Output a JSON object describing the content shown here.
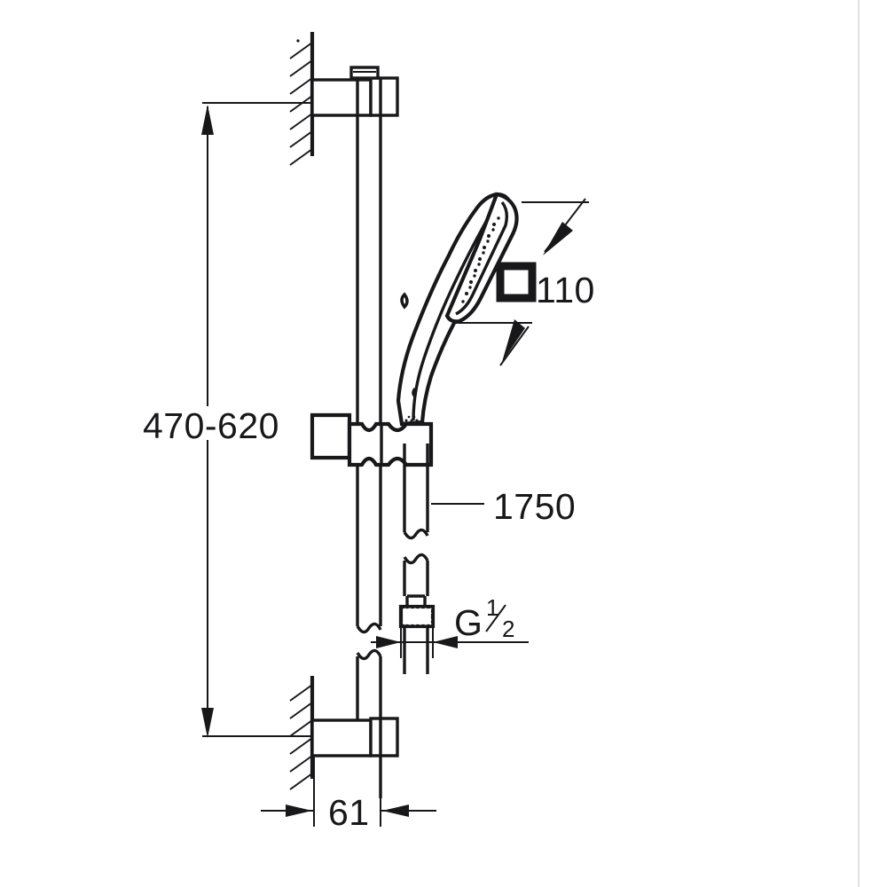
{
  "document": {
    "title": "Shower Rail Set Dimensioned Technical Drawing",
    "type": "engineering-line-drawing",
    "units": "mm",
    "background_color": "#ffffff",
    "line_color": "#18181a"
  },
  "dimensions": {
    "rail_height_label": "470-620",
    "hose_length_label": "1750",
    "head_size_label": "110",
    "head_size_prefix_symbol": "square-symbol",
    "wall_projection_label": "61",
    "thread_label": "G",
    "thread_fraction_numerator": "1",
    "thread_fraction_denominator": "2"
  },
  "callouts": [
    {
      "id": "rail-height",
      "text": "470-620",
      "description": "Vertical adjustable slider range of the shower rail",
      "position": "left-vertical-dimension"
    },
    {
      "id": "head-size",
      "text": "110",
      "symbol": "□",
      "description": "Shower head spray face size, square symbol prefix",
      "position": "right-of-handset"
    },
    {
      "id": "hose-length",
      "text": "1750",
      "description": "Shower hose overall length",
      "position": "right-leader-from-hose"
    },
    {
      "id": "hose-thread",
      "text": "G 1/2",
      "description": "Hose connector thread size",
      "position": "right-of-hose-nut"
    },
    {
      "id": "wall-projection",
      "text": "61",
      "description": "Distance from finished wall face to rail centre",
      "position": "bottom-horizontal-dimension"
    }
  ],
  "parts": [
    {
      "id": "wall-upper",
      "name": "Upper wall section with hatching"
    },
    {
      "id": "wall-lower",
      "name": "Lower wall section with hatching"
    },
    {
      "id": "bracket-top",
      "name": "Top wall bracket"
    },
    {
      "id": "bracket-bottom",
      "name": "Bottom wall bracket"
    },
    {
      "id": "rail-tube",
      "name": "Vertical shower rail tube with break line"
    },
    {
      "id": "rail-cap",
      "name": "Rail top end cap"
    },
    {
      "id": "slider-holder",
      "name": "Adjustable slider holder block"
    },
    {
      "id": "handset",
      "name": "Hand shower handset"
    },
    {
      "id": "spray-face",
      "name": "Hand shower spray face"
    },
    {
      "id": "hose",
      "name": "Flexible shower hose with break line"
    },
    {
      "id": "hose-nut",
      "name": "Knurled hose connector nut"
    }
  ]
}
